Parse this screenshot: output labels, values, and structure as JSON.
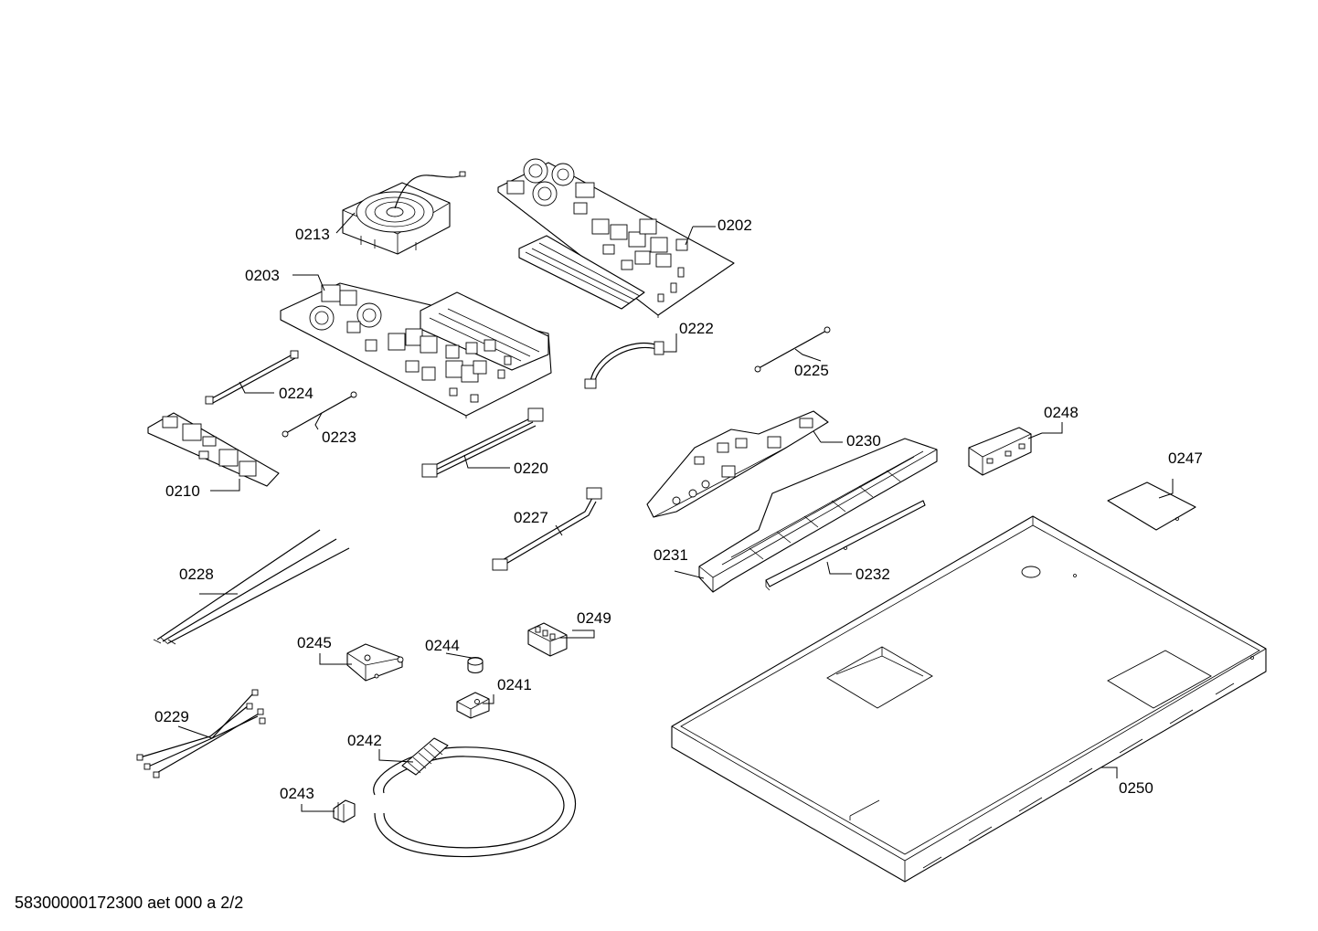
{
  "footer": {
    "document_code": "58300000172300 aet 000 a 2/2"
  },
  "parts": {
    "p0202": "0202",
    "p0203": "0203",
    "p0210": "0210",
    "p0213": "0213",
    "p0220": "0220",
    "p0222": "0222",
    "p0223": "0223",
    "p0224": "0224",
    "p0225": "0225",
    "p0227": "0227",
    "p0228": "0228",
    "p0229": "0229",
    "p0230": "0230",
    "p0231": "0231",
    "p0232": "0232",
    "p0241": "0241",
    "p0242": "0242",
    "p0243": "0243",
    "p0244": "0244",
    "p0245": "0245",
    "p0247": "0247",
    "p0248": "0248",
    "p0249": "0249",
    "p0250": "0250"
  },
  "colors": {
    "line": "#000000",
    "background": "#ffffff"
  }
}
